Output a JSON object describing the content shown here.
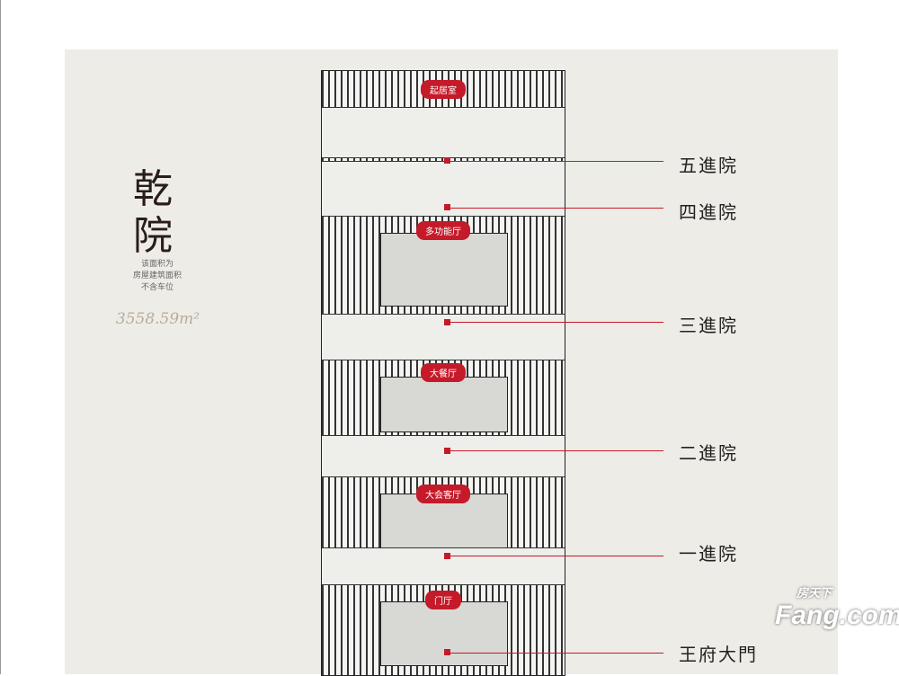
{
  "title": "乾院",
  "note": [
    "该面积为",
    "房屋建筑面积",
    "不含车位"
  ],
  "area": "3558.59m²",
  "hall_tags": [
    "起居室",
    "多功能厅",
    "大餐厅",
    "大会客厅",
    "门厅"
  ],
  "courtyards": [
    "五進院",
    "四進院",
    "三進院",
    "二進院",
    "一進院",
    "王府大門"
  ],
  "watermark": {
    "cn": "房天下",
    "en": "Fang.com"
  },
  "accent": "#c41a2a"
}
